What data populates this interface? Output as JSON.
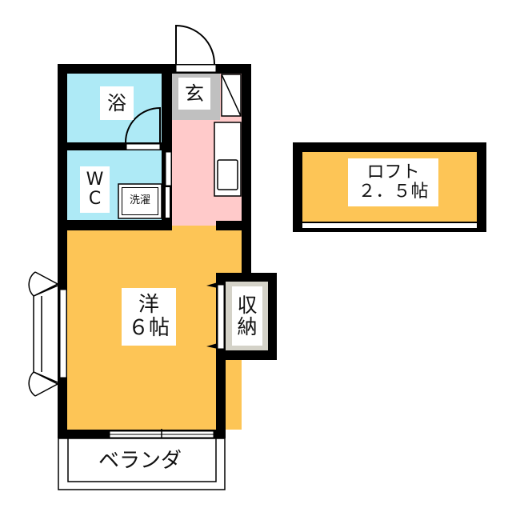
{
  "colors": {
    "wet": "#aeeaf6",
    "kitchen": "#ffcaca",
    "room": "#fdc556",
    "genkan": "#c0c0c0",
    "closet": "#d4d2c8",
    "wall": "#000000"
  },
  "rooms": {
    "bath": "浴",
    "genkan": "玄",
    "wc_line1": "W",
    "wc_line2": "C",
    "washer": "洗濯",
    "western_line1": "洋",
    "western_line2": "６帖",
    "closet_line1": "収",
    "closet_line2": "納",
    "balcony": "ベランダ",
    "loft_line1": "ロフト",
    "loft_line2": "２．５帖"
  }
}
